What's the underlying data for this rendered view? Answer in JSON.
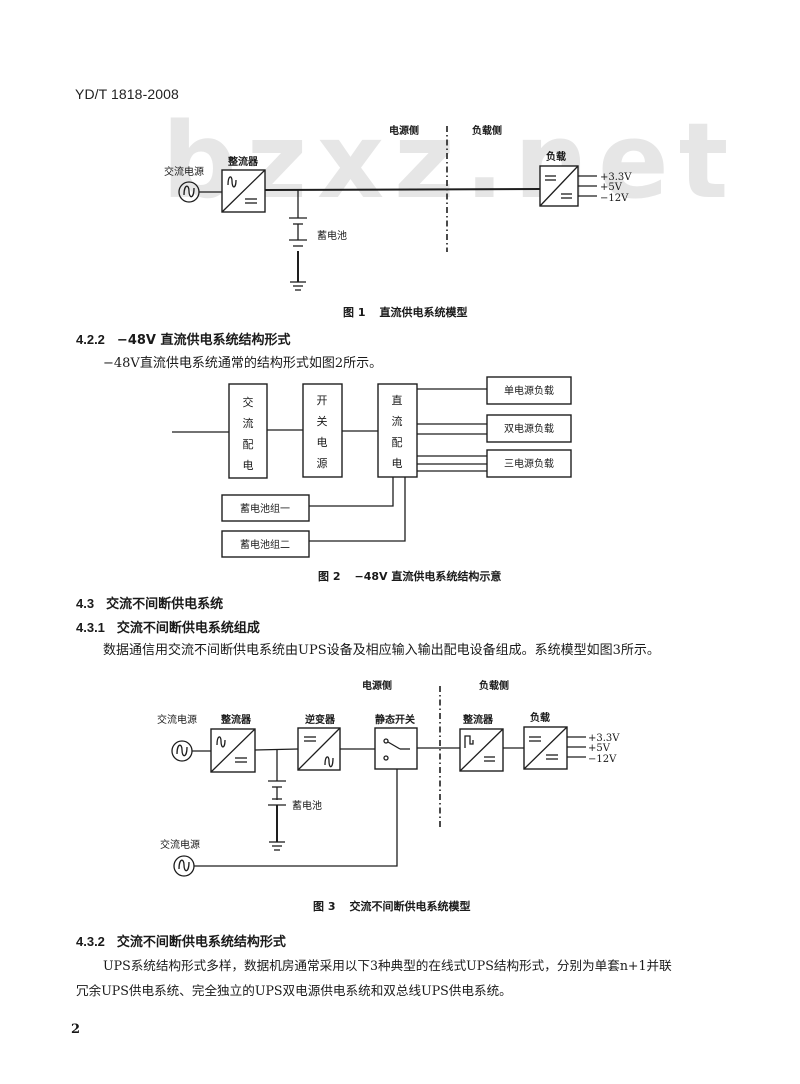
{
  "document": {
    "standard_code": "YD/T 1818-2008",
    "page_number": "2",
    "watermark": "bzxz.net"
  },
  "figure1": {
    "caption_no": "图 1",
    "caption_title": "直流供电系统模型",
    "labels": {
      "ac_source": "交流电源",
      "rectifier": "整流器",
      "battery": "蓄电池",
      "source_side": "电源侧",
      "load_side": "负载侧",
      "load": "负载"
    },
    "outputs": [
      "+3.3V",
      "+5V",
      "−12V"
    ]
  },
  "section_4_2_2": {
    "number": "4.2.2",
    "title": "−48V 直流供电系统结构形式",
    "paragraph": "−48V直流供电系统通常的结构形式如图2所示。"
  },
  "figure2": {
    "caption_no": "图 2",
    "caption_title": "−48V 直流供电系统结构示意",
    "boxes": {
      "ac_distribution": [
        "交",
        "流",
        "配",
        "电"
      ],
      "switching_power": [
        "开",
        "关",
        "电",
        "源"
      ],
      "dc_distribution": [
        "直",
        "流",
        "配",
        "电"
      ]
    },
    "loads": [
      "单电源负载",
      "双电源负载",
      "三电源负载"
    ],
    "battery_groups": [
      "蓄电池组一",
      "蓄电池组二"
    ]
  },
  "section_4_3": {
    "number": "4.3",
    "title": "交流不间断供电系统"
  },
  "section_4_3_1": {
    "number": "4.3.1",
    "title": "交流不间断供电系统组成",
    "paragraph": "数据通信用交流不间断供电系统由UPS设备及相应输入输出配电设备组成。系统模型如图3所示。"
  },
  "figure3": {
    "caption_no": "图 3",
    "caption_title": "交流不间断供电系统模型",
    "labels": {
      "ac_source_main": "交流电源",
      "rectifier": "整流器",
      "inverter": "逆变器",
      "static_switch": "静态开关",
      "battery": "蓄电池",
      "ac_source_bypass": "交流电源",
      "source_side": "电源侧",
      "load_side": "负载侧",
      "load_rectifier": "整流器",
      "load": "负载"
    },
    "outputs": [
      "+3.3V",
      "+5V",
      "−12V"
    ]
  },
  "section_4_3_2": {
    "number": "4.3.2",
    "title": "交流不间断供电系统结构形式",
    "paragraph_line1": "UPS系统结构形式多样，数据机房通常采用以下3种典型的在线式UPS结构形式，分别为单套n+1并联",
    "paragraph_line2": "冗余UPS供电系统、完全独立的UPS双电源供电系统和双总线UPS供电系统。"
  }
}
